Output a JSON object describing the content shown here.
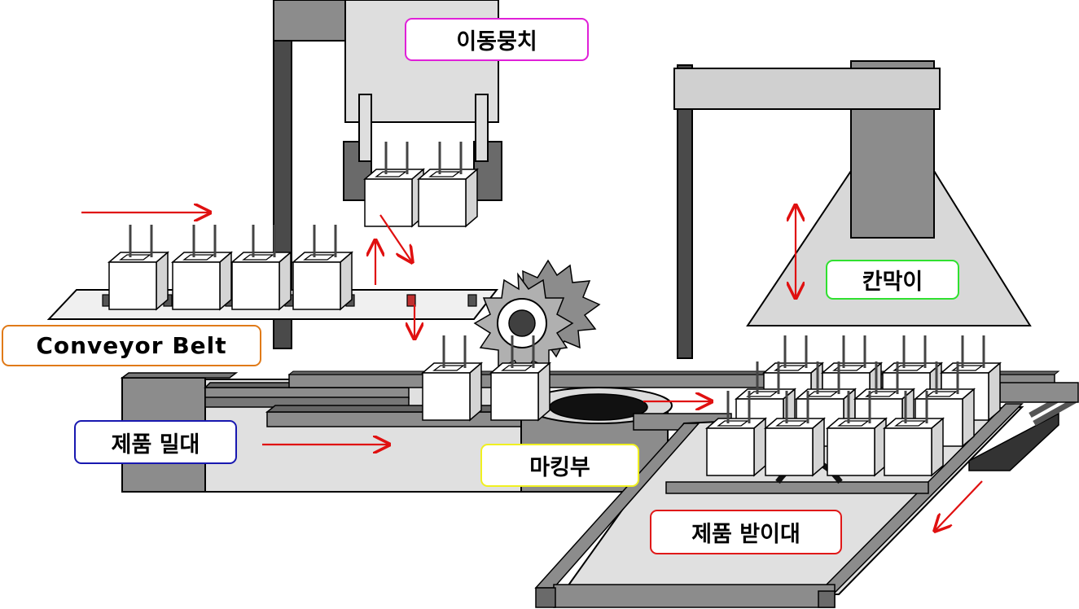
{
  "labels": {
    "transfer_device": "이동뭉치",
    "conveyor_belt": "Conveyor Belt",
    "product_pusher": "제품 밀대",
    "marking_unit": "마킹부",
    "partition": "칸막이",
    "product_receiver": "제품 받이대"
  },
  "colors": {
    "arrow": "#e01010",
    "transfer_device_border": "#e020d8",
    "conveyor_belt_border": "#e07a18",
    "product_pusher_border": "#1818b0",
    "marking_unit_border": "#f0f020",
    "partition_border": "#30e030",
    "product_receiver_border": "#e01818",
    "metal_dark": "#4a4a4a",
    "metal_mid": "#8c8c8c",
    "metal_light": "#d8d8d8"
  }
}
